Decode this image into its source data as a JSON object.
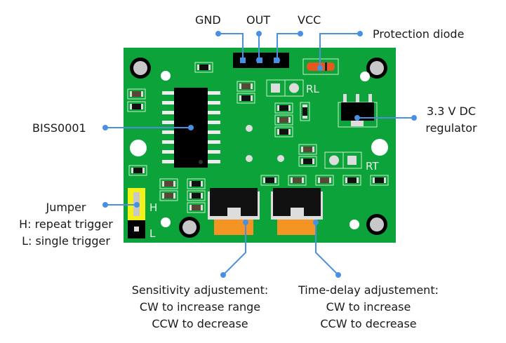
{
  "title": "HC-SR501 PIR sensor module annotated diagram",
  "colors": {
    "pcb": "#0ba33a",
    "leader": "#4a90e2",
    "chip": "#000000",
    "pad": "#eeeeee",
    "jumper": "#f2f21a",
    "pot_knob": "#f39423",
    "diode": "#e8571f"
  },
  "labels": {
    "gnd": "GND",
    "out": "OUT",
    "vcc": "VCC",
    "protection_diode": "Protection diode",
    "biss": "BISS0001",
    "regulator_line1": "3.3 V DC",
    "regulator_line2": "regulator",
    "jumper_line1": "Jumper",
    "jumper_line2": "H: repeat trigger",
    "jumper_line3": "L: single trigger",
    "sensitivity_line1": "Sensitivity adjustement:",
    "sensitivity_line2": "CW to increase range",
    "sensitivity_line3": "CCW to decrease",
    "timedelay_line1": "Time-delay adjustement:",
    "timedelay_line2": "CW to increase",
    "timedelay_line3": "CCW to decrease"
  },
  "silkscreen": {
    "rl": "RL",
    "rt": "RT",
    "h": "H",
    "l": "L"
  }
}
